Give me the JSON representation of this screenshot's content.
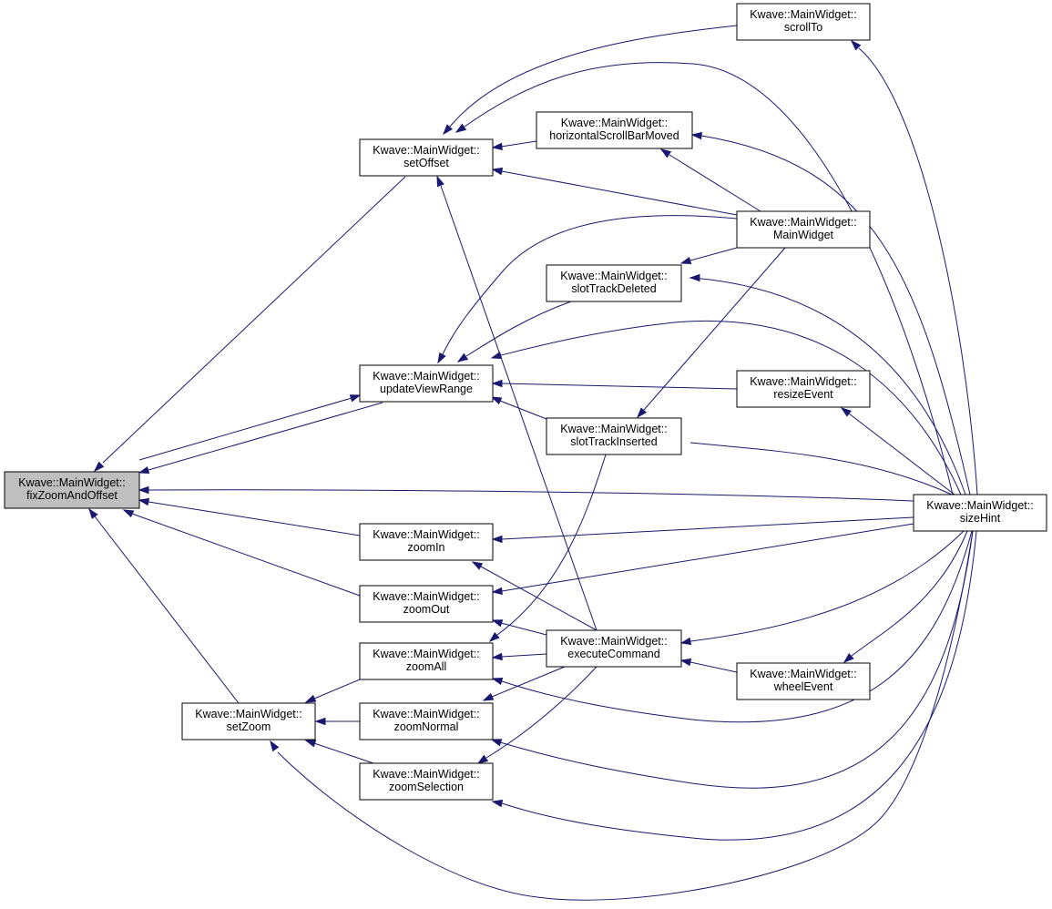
{
  "graph": {
    "edge_color": "#191970",
    "highlight_fill": "#bfbfbf",
    "nodes": [
      {
        "id": "fixZoomAndOffset",
        "line1": "Kwave::MainWidget::",
        "line2": "fixZoomAndOffset",
        "highlight": true
      },
      {
        "id": "setOffset",
        "line1": "Kwave::MainWidget::",
        "line2": "setOffset"
      },
      {
        "id": "updateViewRange",
        "line1": "Kwave::MainWidget::",
        "line2": "updateViewRange"
      },
      {
        "id": "zoomIn",
        "line1": "Kwave::MainWidget::",
        "line2": "zoomIn"
      },
      {
        "id": "zoomOut",
        "line1": "Kwave::MainWidget::",
        "line2": "zoomOut"
      },
      {
        "id": "zoomAll",
        "line1": "Kwave::MainWidget::",
        "line2": "zoomAll"
      },
      {
        "id": "zoomNormal",
        "line1": "Kwave::MainWidget::",
        "line2": "zoomNormal"
      },
      {
        "id": "zoomSelection",
        "line1": "Kwave::MainWidget::",
        "line2": "zoomSelection"
      },
      {
        "id": "setZoom",
        "line1": "Kwave::MainWidget::",
        "line2": "setZoom"
      },
      {
        "id": "horizontalScrollBarMoved",
        "line1": "Kwave::MainWidget::",
        "line2": "horizontalScrollBarMoved"
      },
      {
        "id": "slotTrackDeleted",
        "line1": "Kwave::MainWidget::",
        "line2": "slotTrackDeleted"
      },
      {
        "id": "slotTrackInserted",
        "line1": "Kwave::MainWidget::",
        "line2": "slotTrackInserted"
      },
      {
        "id": "executeCommand",
        "line1": "Kwave::MainWidget::",
        "line2": "executeCommand"
      },
      {
        "id": "scrollTo",
        "line1": "Kwave::MainWidget::",
        "line2": "scrollTo"
      },
      {
        "id": "MainWidget",
        "line1": "Kwave::MainWidget::",
        "line2": "MainWidget"
      },
      {
        "id": "resizeEvent",
        "line1": "Kwave::MainWidget::",
        "line2": "resizeEvent"
      },
      {
        "id": "wheelEvent",
        "line1": "Kwave::MainWidget::",
        "line2": "wheelEvent"
      },
      {
        "id": "sizeHint",
        "line1": "Kwave::MainWidget::",
        "line2": "sizeHint"
      }
    ],
    "edges": [
      {
        "from": "setOffset",
        "to": "fixZoomAndOffset"
      },
      {
        "from": "updateViewRange",
        "to": "fixZoomAndOffset"
      },
      {
        "from": "fixZoomAndOffset",
        "to": "updateViewRange"
      },
      {
        "from": "zoomIn",
        "to": "fixZoomAndOffset"
      },
      {
        "from": "zoomOut",
        "to": "fixZoomAndOffset"
      },
      {
        "from": "setZoom",
        "to": "fixZoomAndOffset"
      },
      {
        "from": "sizeHint",
        "to": "fixZoomAndOffset"
      },
      {
        "from": "zoomAll",
        "to": "setZoom"
      },
      {
        "from": "zoomNormal",
        "to": "setZoom"
      },
      {
        "from": "zoomSelection",
        "to": "setZoom"
      },
      {
        "from": "sizeHint",
        "to": "setZoom"
      },
      {
        "from": "horizontalScrollBarMoved",
        "to": "setOffset"
      },
      {
        "from": "scrollTo",
        "to": "setOffset"
      },
      {
        "from": "sizeHint",
        "to": "setOffset"
      },
      {
        "from": "MainWidget",
        "to": "setOffset"
      },
      {
        "from": "executeCommand",
        "to": "setOffset"
      },
      {
        "from": "MainWidget",
        "to": "updateViewRange"
      },
      {
        "from": "slotTrackDeleted",
        "to": "updateViewRange"
      },
      {
        "from": "sizeHint",
        "to": "updateViewRange"
      },
      {
        "from": "resizeEvent",
        "to": "updateViewRange"
      },
      {
        "from": "slotTrackInserted",
        "to": "updateViewRange"
      },
      {
        "from": "MainWidget",
        "to": "slotTrackDeleted"
      },
      {
        "from": "sizeHint",
        "to": "slotTrackDeleted"
      },
      {
        "from": "MainWidget",
        "to": "slotTrackInserted"
      },
      {
        "from": "sizeHint",
        "to": "slotTrackInserted"
      },
      {
        "from": "MainWidget",
        "to": "horizontalScrollBarMoved"
      },
      {
        "from": "sizeHint",
        "to": "horizontalScrollBarMoved"
      },
      {
        "from": "sizeHint",
        "to": "scrollTo"
      },
      {
        "from": "sizeHint",
        "to": "resizeEvent"
      },
      {
        "from": "sizeHint",
        "to": "wheelEvent"
      },
      {
        "from": "sizeHint",
        "to": "executeCommand"
      },
      {
        "from": "wheelEvent",
        "to": "executeCommand"
      },
      {
        "from": "executeCommand",
        "to": "zoomIn"
      },
      {
        "from": "executeCommand",
        "to": "zoomOut"
      },
      {
        "from": "executeCommand",
        "to": "zoomAll"
      },
      {
        "from": "executeCommand",
        "to": "zoomNormal"
      },
      {
        "from": "executeCommand",
        "to": "zoomSelection"
      },
      {
        "from": "slotTrackInserted",
        "to": "zoomAll"
      },
      {
        "from": "sizeHint",
        "to": "zoomIn"
      },
      {
        "from": "sizeHint",
        "to": "zoomOut"
      },
      {
        "from": "sizeHint",
        "to": "zoomAll"
      },
      {
        "from": "sizeHint",
        "to": "zoomNormal"
      },
      {
        "from": "sizeHint",
        "to": "zoomSelection"
      }
    ]
  }
}
